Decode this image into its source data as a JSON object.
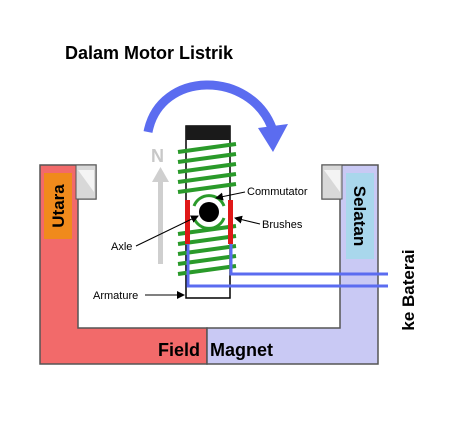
{
  "title": "Dalam Motor Listrik",
  "labels": {
    "north_letter": "N",
    "commutator": "Commutator",
    "brushes": "Brushes",
    "axle": "Axle",
    "armature": "Armature",
    "field_word": "Field",
    "magnet_word": "Magnet",
    "north_pole": "Utara",
    "south_pole": "Selatan",
    "to_battery": "ke Baterai"
  },
  "colors": {
    "north_magnet": "#f26a6a",
    "south_magnet": "#c9c9f4",
    "north_pole_tag": "#f08a1c",
    "south_pole_tag": "#a9d7ec",
    "coil": "#2a9a2a",
    "wire": "#5b6cf0",
    "rotation_arrow": "#5b6cf0",
    "brush": "#e01818",
    "north_arrow": "#cfcfcf"
  },
  "icons": {
    "rotation": "curved-rotation-arrow",
    "north_indicator": "north-arrow-icon"
  }
}
